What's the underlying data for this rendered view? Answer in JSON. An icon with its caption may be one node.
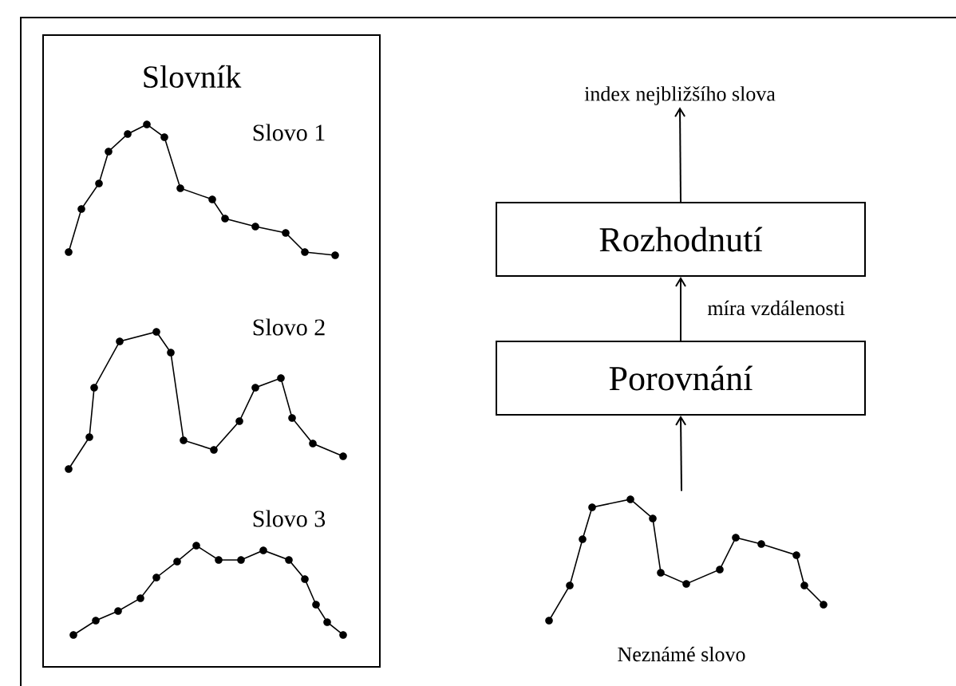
{
  "diagram": {
    "nodes": [
      {
        "text": [
          "Slovník"
        ]
      },
      {
        "text": [
          "Rozhodnutí"
        ]
      },
      {
        "text": [
          "Porovnání"
        ]
      },
      {
        "text": [
          "index nejbližšího slova"
        ]
      },
      {
        "text": [],
        "shape": "picture",
        "beside": [
          "Neznámé slovo"
        ]
      }
    ],
    "edges": [
      {
        "from": 4,
        "to": 2,
        "arrow": "to"
      },
      {
        "from": 2,
        "to": 1,
        "arrow": "to",
        "label": "míra vzdálenosti"
      },
      {
        "from": 1,
        "to": 3,
        "arrow": "to"
      }
    ],
    "labels": [
      "Slovo 1",
      "Slovo 2",
      "Slovo 3"
    ]
  }
}
